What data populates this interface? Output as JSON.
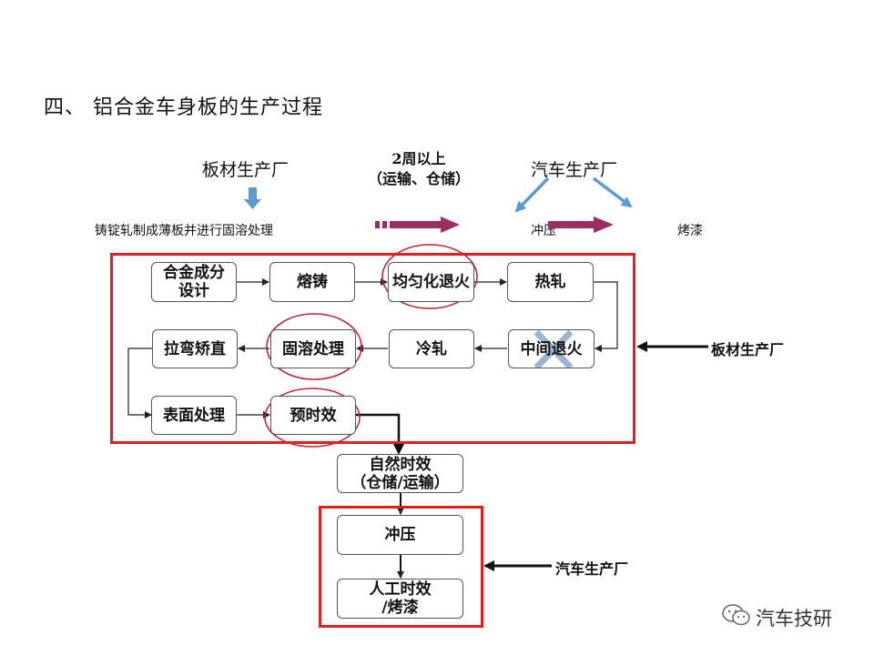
{
  "title": "四、  铝合金车身板的生产过程",
  "top": {
    "plant_label": "板材生产厂",
    "transit_line1": "2周以上",
    "transit_line2": "（运输、仓储）",
    "auto_plant_label": "汽车生产厂",
    "process_text": "铸锭轧制成薄板并进行固溶处理",
    "stamping": "冲压",
    "painting": "烤漆"
  },
  "steps": {
    "alloy_design": "合金成分设计",
    "casting": "熔铸",
    "homogenize": "均匀化退火",
    "hot_roll": "热轧",
    "straighten": "拉弯矫直",
    "solution": "固溶处理",
    "cold_roll": "冷轧",
    "intermediate_anneal": "中间退火",
    "surface": "表面处理",
    "pre_aging": "预时效",
    "natural_aging_line1": "自然时效",
    "natural_aging_line2": "（仓储/运输）",
    "stamping": "冲压",
    "artificial_aging_line1": "人工时效",
    "artificial_aging_line2": "/烤漆"
  },
  "side": {
    "plant": "板材生产厂",
    "auto": "汽车生产厂"
  },
  "brand": "汽车技研",
  "colors": {
    "frame": "#e02020",
    "circle": "#c0262c",
    "blue_arrow": "#5b9bd5",
    "purple_arrow": "#9b2e63",
    "cross": "#9bb6d2"
  }
}
